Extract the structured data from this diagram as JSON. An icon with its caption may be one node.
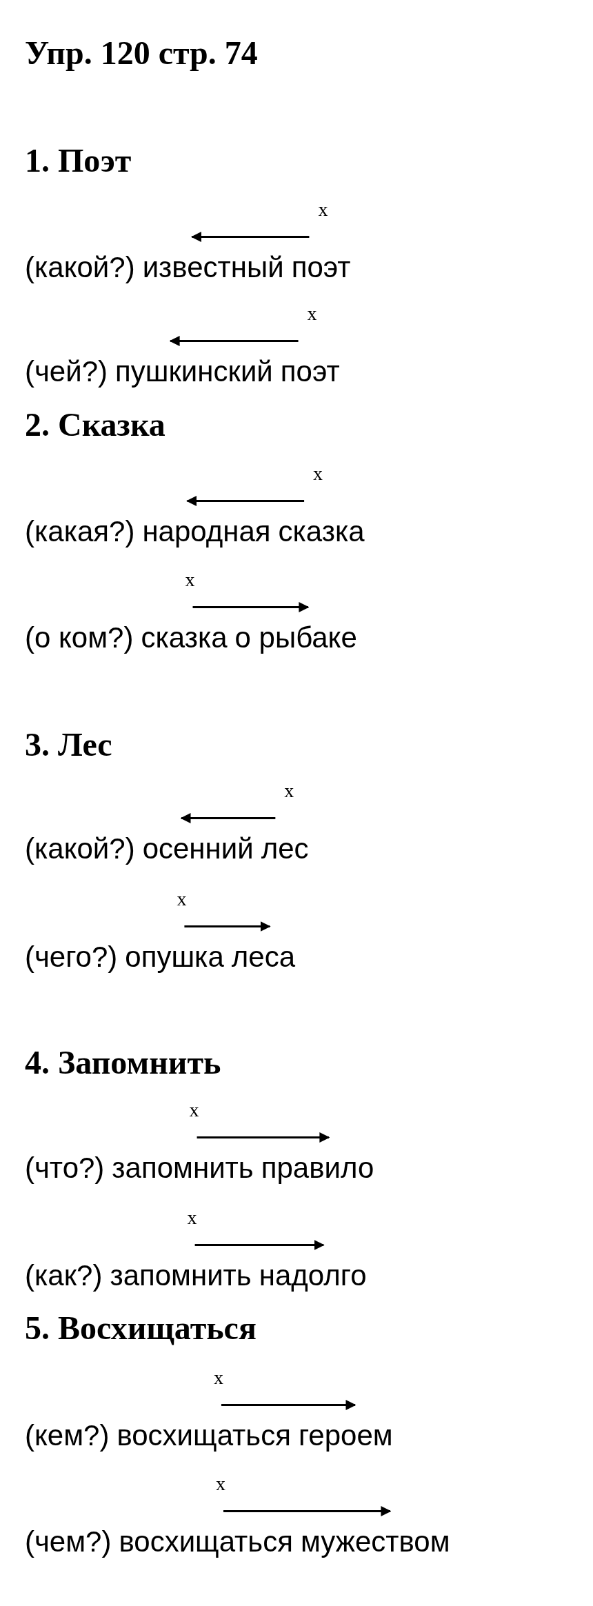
{
  "diagram": {
    "title": "Упр. 120 стр. 74",
    "nodes": [
      {
        "text": [
          "известный"
        ]
      },
      {
        "text": [
          "поэт"
        ]
      },
      {
        "text": [
          "пушкинский"
        ]
      },
      {
        "text": [
          "поэт"
        ]
      },
      {
        "text": [
          "народная"
        ]
      },
      {
        "text": [
          "сказка"
        ]
      },
      {
        "text": [
          "сказка"
        ]
      },
      {
        "text": [
          "о рыбаке"
        ]
      },
      {
        "text": [
          "осенний"
        ]
      },
      {
        "text": [
          "лес"
        ]
      },
      {
        "text": [
          "опушка"
        ]
      },
      {
        "text": [
          "леса"
        ]
      },
      {
        "text": [
          "запомнить"
        ]
      },
      {
        "text": [
          "правило"
        ]
      },
      {
        "text": [
          "запомнить"
        ]
      },
      {
        "text": [
          "надолго"
        ]
      },
      {
        "text": [
          "восхищаться"
        ]
      },
      {
        "text": [
          "героем"
        ]
      },
      {
        "text": [
          "восхищаться"
        ]
      },
      {
        "text": [
          "мужеством"
        ]
      }
    ],
    "edges": [
      {
        "from": 1,
        "to": 0,
        "arrow": "to"
      },
      {
        "from": 3,
        "to": 2,
        "arrow": "to"
      },
      {
        "from": 5,
        "to": 4,
        "arrow": "to"
      },
      {
        "from": 6,
        "to": 7,
        "arrow": "to"
      },
      {
        "from": 9,
        "to": 8,
        "arrow": "to"
      },
      {
        "from": 10,
        "to": 11,
        "arrow": "to"
      },
      {
        "from": 12,
        "to": 13,
        "arrow": "to"
      },
      {
        "from": 14,
        "to": 15,
        "arrow": "to"
      },
      {
        "from": 16,
        "to": 17,
        "arrow": "to"
      },
      {
        "from": 18,
        "to": 19,
        "arrow": "to"
      }
    ],
    "labels": [
      "1. Поэт",
      "x",
      "(какой?)",
      "x",
      "(чей?)",
      "2. Сказка",
      "x",
      "(какая?)",
      "x",
      "(о ком?)",
      "3. Лес",
      "x",
      "(какой?)",
      "x",
      "(чего?)",
      "4. Запомнить",
      "x",
      "(что?)",
      "x",
      "(как?)",
      "5. Восхищаться",
      "x",
      "(кем?)",
      "x",
      "(чем?)"
    ]
  }
}
